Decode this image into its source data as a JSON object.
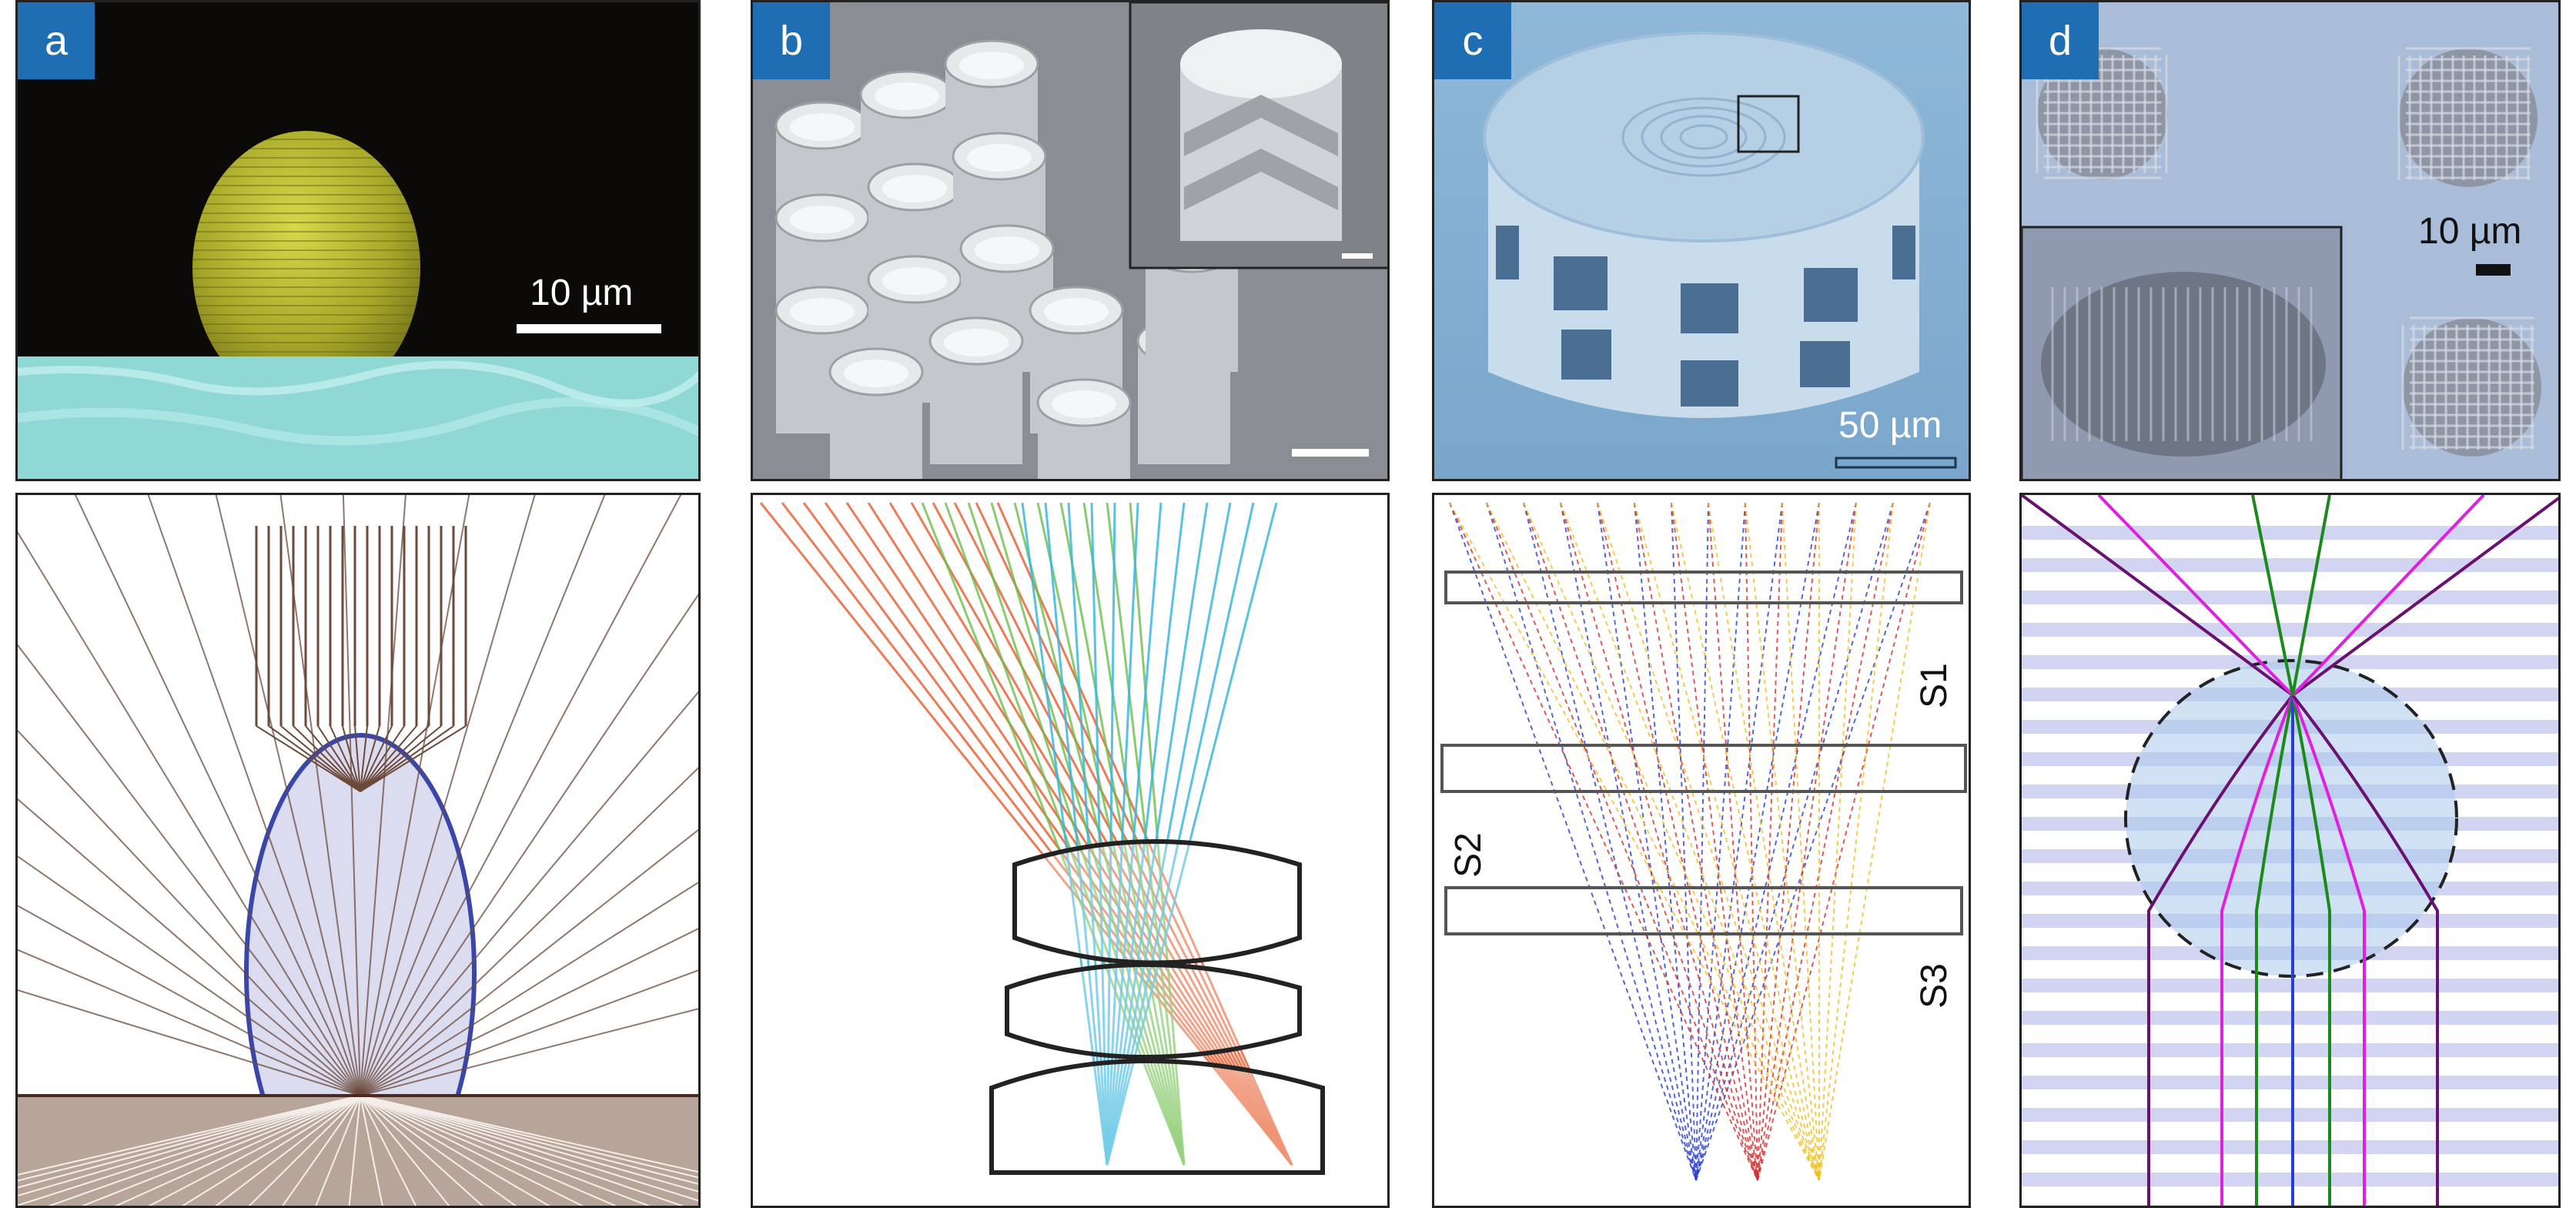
{
  "panels": [
    {
      "tag": "a",
      "scale_label": "10 µm"
    },
    {
      "tag": "b"
    },
    {
      "tag": "c",
      "scale_label": "50 µm",
      "surface_labels": [
        "S1",
        "S2",
        "S3"
      ]
    },
    {
      "tag": "d",
      "scale_label": "10 µm"
    }
  ],
  "colors": {
    "tag_bg": "#1f6db3",
    "lens_outline": "#3a47a8",
    "ray_brown": "#6b4a3a",
    "ray_orange": "#e8663a",
    "ray_green": "#6cbf4a",
    "ray_cyan": "#3ab8e0",
    "ray_red": "#d23030",
    "ray_blue": "#2a3fd0",
    "ray_yellow": "#f0c020",
    "field_magenta": "#e020e0",
    "field_green": "#1a8a1a",
    "field_purple": "#6a1070"
  }
}
